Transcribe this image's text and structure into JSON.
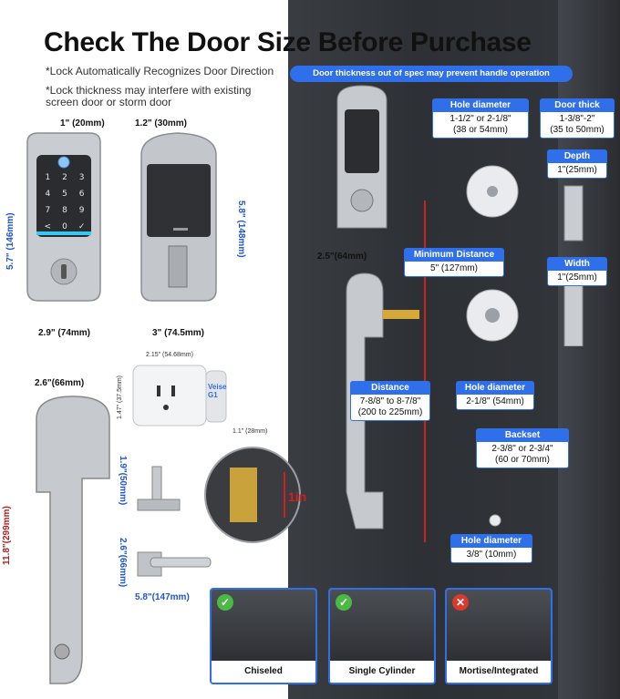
{
  "title": "Check The Door Size Before Purchase",
  "notes": [
    "*Lock Automatically Recognizes Door Direction",
    "*Lock thickness may interfere with existing screen door or storm door"
  ],
  "banner": "Door thickness out of spec may prevent handle operation",
  "keypad_keys": [
    "1",
    "2",
    "3",
    "4",
    "5",
    "6",
    "7",
    "8",
    "9",
    "<",
    "0",
    "✓"
  ],
  "dimensions": {
    "front_depth": "1\" (20mm)",
    "back_depth": "1.2\" (30mm)",
    "front_height": "5.7\" (146mm)",
    "back_height": "5.8\" (148mm)",
    "front_width": "2.9\" (74mm)",
    "back_width": "3\" (74.5mm)",
    "handle_top_width": "2.6\"(66mm)",
    "handle_height": "11.8\"(299mm)",
    "handle_depth": "2.5\"(64mm)",
    "outlet_width": "2.15\" (54.68mm)",
    "outlet_height": "1.47\" (37.5mm)",
    "outlet_depth": "1.1\" (28mm)",
    "spindle_height": "1.9\"(50mm)",
    "lever_height": "2.6\"(66mm)",
    "lever_width": "5.8\"(147mm)",
    "insert_length": "1in"
  },
  "outlet_brand": "Veise G1",
  "callouts": {
    "hole_diameter_top": {
      "title": "Hole diameter",
      "lines": [
        "1-1/2\" or 2-1/8\"",
        "(38 or 54mm)"
      ]
    },
    "door_thick": {
      "title": "Door thick",
      "lines": [
        "1-3/8\"-2\"",
        "(35 to 50mm)"
      ]
    },
    "depth": {
      "title": "Depth",
      "lines": [
        "1\"(25mm)"
      ]
    },
    "min_distance": {
      "title": "Minimum Distance",
      "lines": [
        "5\" (127mm)"
      ]
    },
    "width": {
      "title": "Width",
      "lines": [
        "1\"(25mm)"
      ]
    },
    "distance": {
      "title": "Distance",
      "lines": [
        "7-8/8\" to 8-7/8\"",
        "(200 to 225mm)"
      ]
    },
    "hole_diameter_mid": {
      "title": "Hole diameter",
      "lines": [
        "2-1/8\" (54mm)"
      ]
    },
    "backset": {
      "title": "Backset",
      "lines": [
        "2-3/8\" or 2-3/4\"",
        "(60 or 70mm)"
      ]
    },
    "hole_diameter_bottom": {
      "title": "Hole diameter",
      "lines": [
        "3/8\" (10mm)"
      ]
    }
  },
  "install_types": [
    {
      "label": "Chiseled",
      "status": "ok"
    },
    {
      "label": "Single Cylinder",
      "status": "ok"
    },
    {
      "label": "Mortise/Integrated",
      "status": "no"
    }
  ],
  "colors": {
    "accent": "#2f6fea",
    "ok": "#4cb944",
    "no": "#d83a2e",
    "red_line": "#d02020",
    "door": "#33363b"
  }
}
